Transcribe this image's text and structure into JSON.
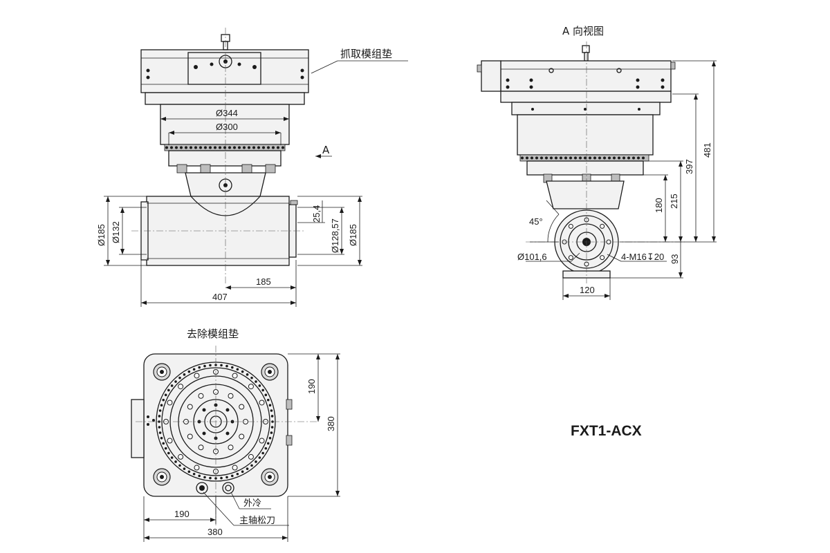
{
  "model_name": "FXT1-ACX",
  "front_view": {
    "callout_gripper_pad": "抓取模组垫",
    "view_arrow_label": "A",
    "dim_d344": "Ø344",
    "dim_d300": "Ø300",
    "dim_d185_left": "Ø185",
    "dim_d132": "Ø132",
    "dim_25_4": "25,4",
    "dim_d128_57": "Ø128,57",
    "dim_d185_right": "Ø185",
    "dim_185": "185",
    "dim_407": "407"
  },
  "side_view": {
    "title": "A 向视图",
    "dim_481": "481",
    "dim_397": "397",
    "dim_215": "215",
    "dim_180": "180",
    "dim_45deg": "45°",
    "dim_d101_6": "Ø101,6",
    "dim_thread": "4-M16↧20",
    "dim_93": "93",
    "dim_120": "120"
  },
  "top_view": {
    "title": "去除模组垫",
    "dim_190_v": "190",
    "dim_380_v": "380",
    "dim_190_h": "190",
    "dim_380_h": "380",
    "callout_coolant": "外冷",
    "callout_spindle_release": "主轴松刀"
  }
}
